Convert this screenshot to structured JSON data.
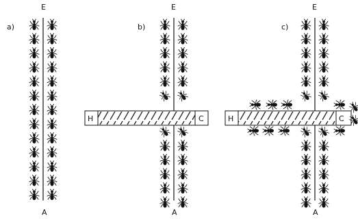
{
  "panels": [
    {
      "id": "a",
      "label": "a)",
      "top_label": "E",
      "bottom_label": "A",
      "ants_per_column": 13,
      "has_bridge": false
    },
    {
      "id": "b",
      "label": "b)",
      "top_label": "E",
      "bottom_label": "A",
      "has_bridge": true,
      "bridge_left_label": "H",
      "bridge_right_label": "C",
      "ants_above_bridge": 6,
      "ants_below_bridge": 6,
      "ants_on_cross_path": false
    },
    {
      "id": "c",
      "label": "c)",
      "top_label": "E",
      "bottom_label": "A",
      "has_bridge": true,
      "bridge_left_label": "H",
      "bridge_right_label": "C",
      "ants_above_bridge": 6,
      "ants_below_bridge": 6,
      "ants_on_cross_path": true
    }
  ]
}
